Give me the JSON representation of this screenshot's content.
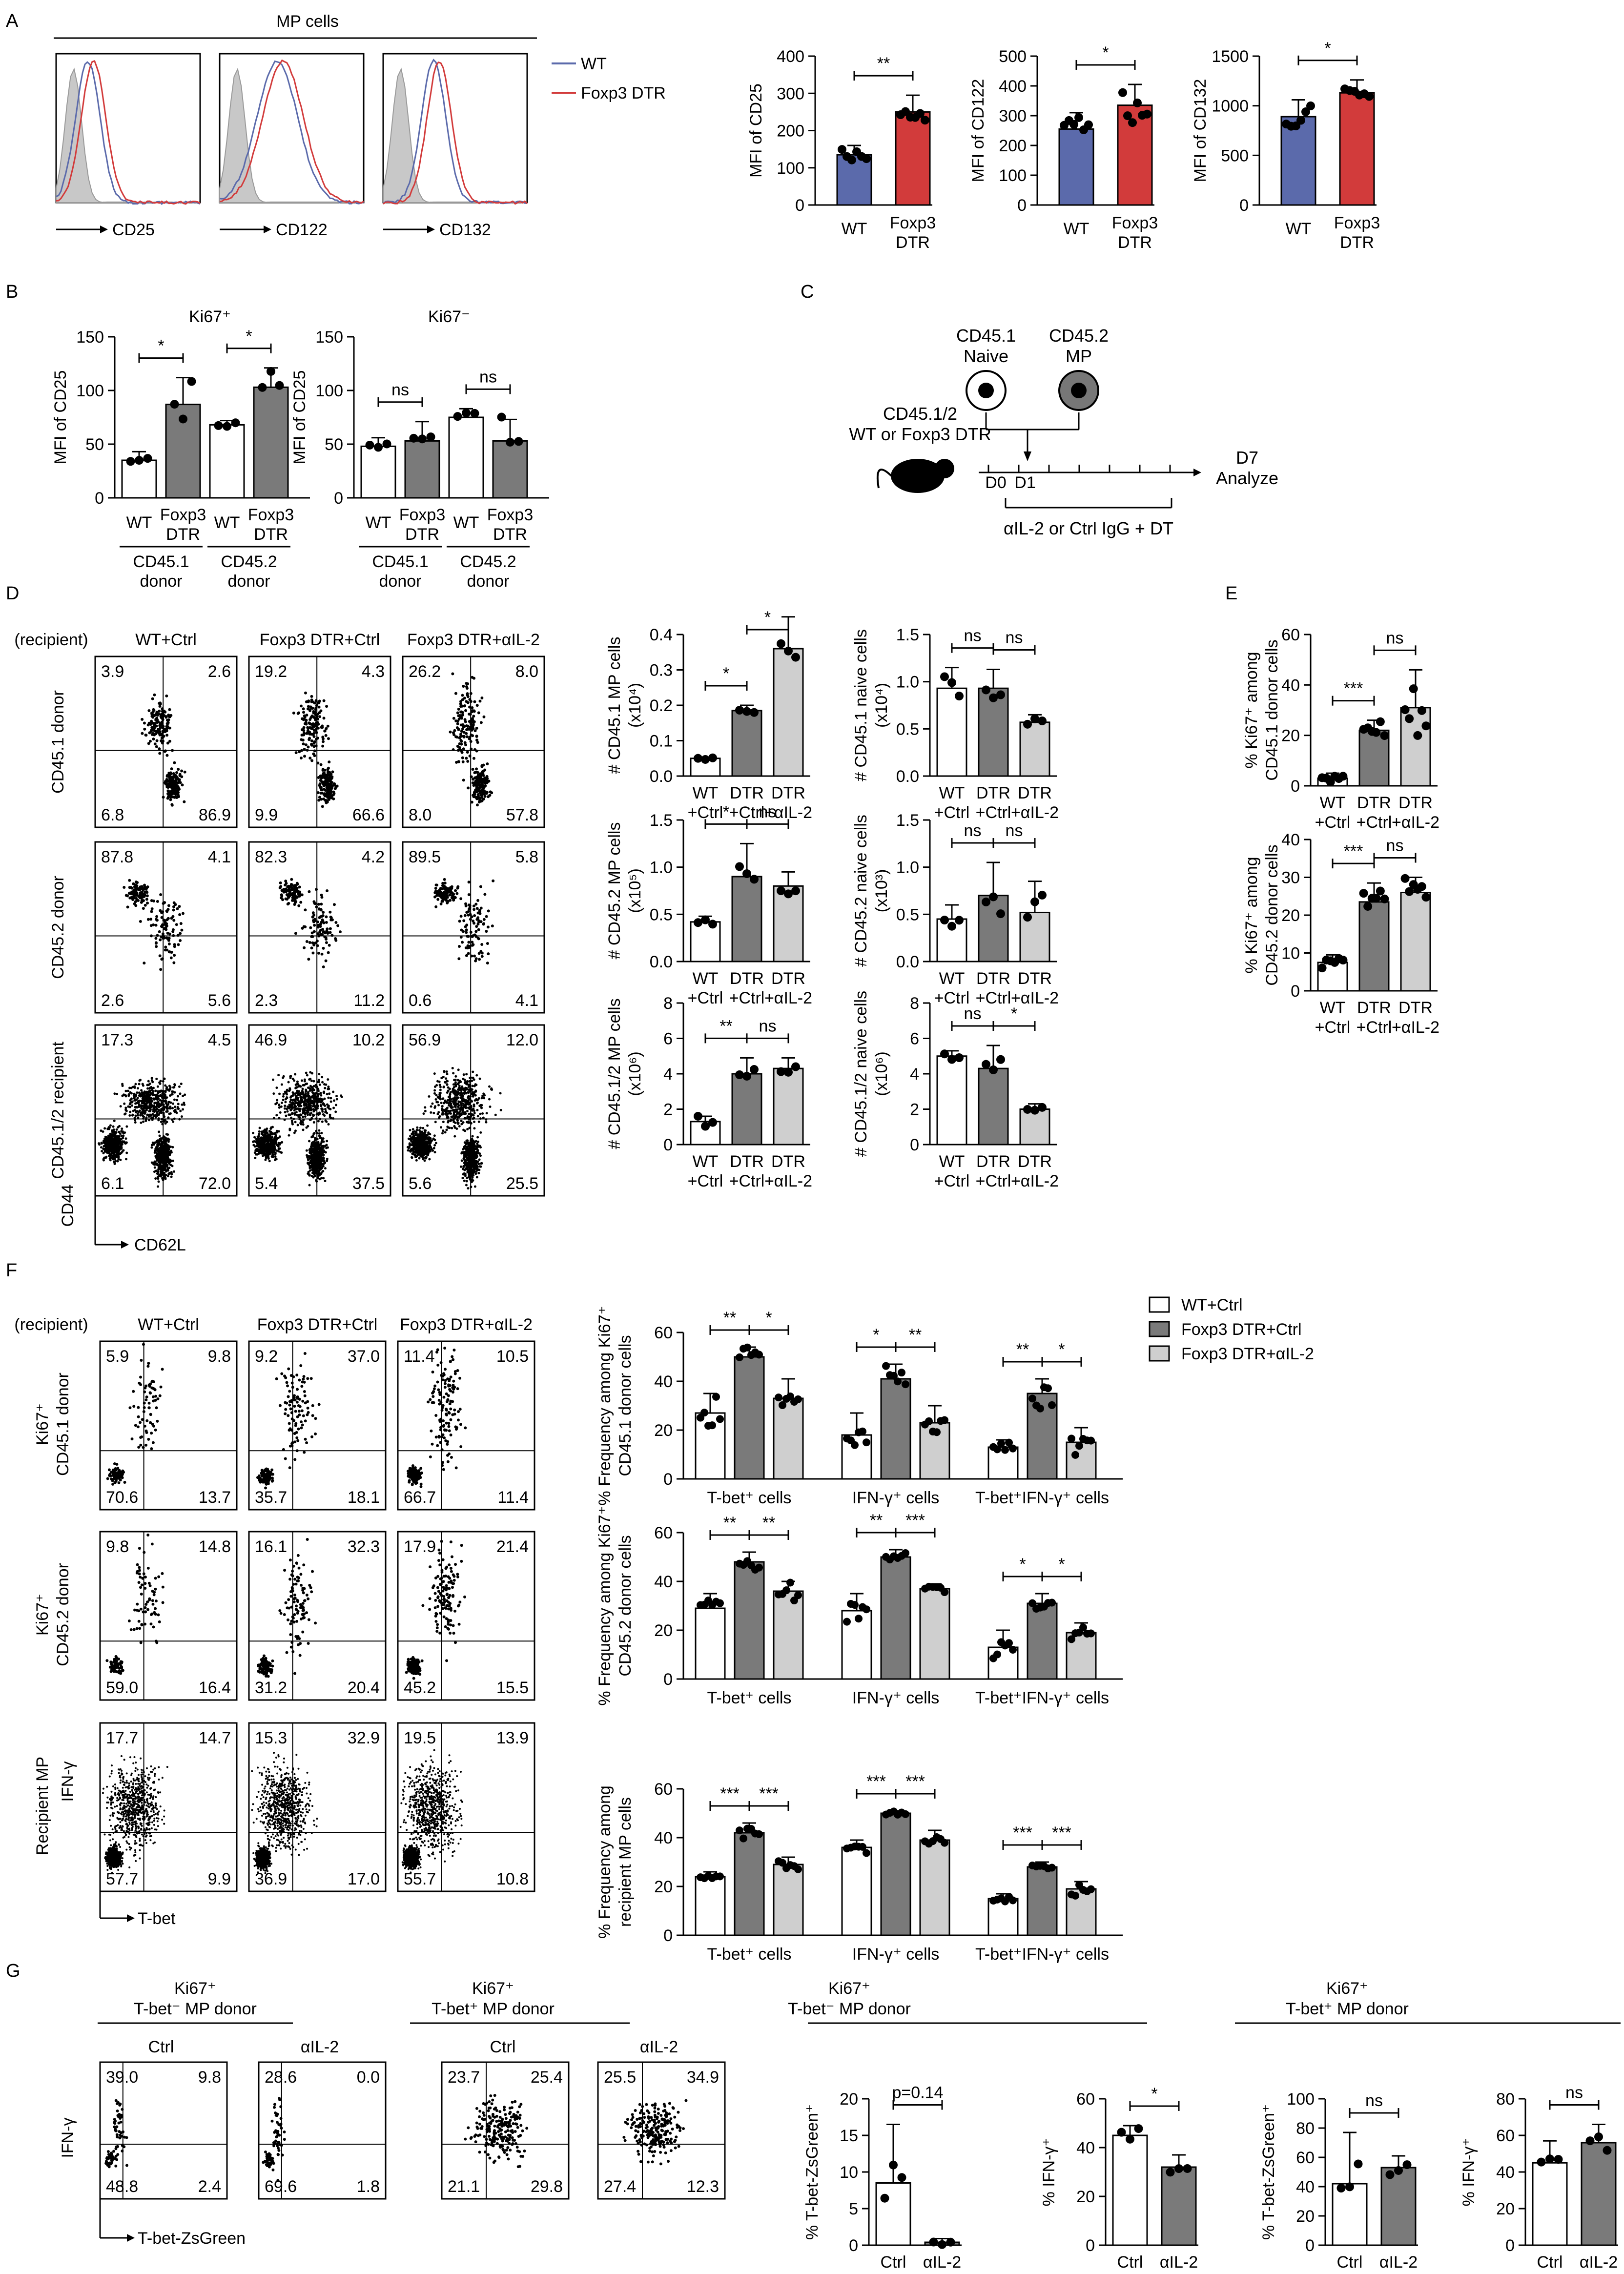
{
  "colors": {
    "wt": "#5b6aab",
    "dtr": "#d23b3b",
    "dark": "#7a7a7a",
    "light": "#cfcfcf",
    "white": "#ffffff"
  },
  "panelA": {
    "letter": "A",
    "mp_title": "MP cells",
    "legend": [
      "WT",
      "Foxp3 DTR"
    ],
    "hist_xlabels": [
      "CD25",
      "CD122",
      "CD132"
    ],
    "bars": [
      {
        "ylabel": "MFI of CD25",
        "ylim": [
          0,
          400
        ],
        "ticks": [
          0,
          100,
          200,
          300,
          400
        ],
        "values": [
          135,
          250
        ],
        "err": [
          25,
          45
        ],
        "sig": "**"
      },
      {
        "ylabel": "MFI of CD122",
        "ylim": [
          0,
          500
        ],
        "ticks": [
          0,
          100,
          200,
          300,
          400,
          500
        ],
        "values": [
          255,
          335
        ],
        "err": [
          55,
          70
        ],
        "sig": "*"
      },
      {
        "ylabel": "MFI of CD132",
        "ylim": [
          0,
          1500
        ],
        "ticks": [
          0,
          500,
          1000,
          1500
        ],
        "values": [
          890,
          1130
        ],
        "err": [
          170,
          130
        ],
        "sig": "*"
      }
    ],
    "categories": [
      "WT",
      "Foxp3",
      "DTR"
    ]
  },
  "panelB": {
    "letter": "B",
    "charts": [
      {
        "title": "Ki67⁺",
        "values": [
          35,
          87,
          68,
          103
        ],
        "err": [
          8,
          25,
          4,
          18
        ],
        "sigs": [
          "*",
          "*"
        ]
      },
      {
        "title": "Ki67⁻",
        "values": [
          48,
          53,
          75,
          53
        ],
        "err": [
          8,
          18,
          8,
          20
        ],
        "sigs": [
          "ns",
          "ns"
        ]
      }
    ],
    "ylabel": "MFI of CD25",
    "ticks": [
      0,
      50,
      100,
      150
    ],
    "xlabels": [
      "WT",
      "Foxp3",
      "DTR",
      "WT",
      "Foxp3",
      "DTR"
    ],
    "groups": [
      "CD45.1",
      "donor",
      "CD45.2",
      "donor"
    ]
  },
  "panelC": {
    "letter": "C",
    "naive_top": "CD45.1",
    "naive_bot": "Naive",
    "mp_top": "CD45.2",
    "mp_bot": "MP",
    "host1": "CD45.1/2",
    "host2": "WT or Foxp3 DTR",
    "d0": "D0",
    "d1": "D1",
    "d7": "D7",
    "analyze": "Analyze",
    "treatment": "αIL-2 or Ctrl IgG + DT"
  },
  "panelD": {
    "letter": "D",
    "recipient": "(recipient)",
    "cols": [
      "WT+Ctrl",
      "Foxp3 DTR+Ctrl",
      "Foxp3 DTR+αIL-2"
    ],
    "rows": [
      "CD45.1 donor",
      "CD45.2 donor",
      "CD45.1/2 recipient"
    ],
    "quadrants": [
      [
        [
          "3.9",
          "2.6",
          "6.8",
          "86.9"
        ],
        [
          "19.2",
          "4.3",
          "9.9",
          "66.6"
        ],
        [
          "26.2",
          "8.0",
          "8.0",
          "57.8"
        ]
      ],
      [
        [
          "87.8",
          "4.1",
          "2.6",
          "5.6"
        ],
        [
          "82.3",
          "4.2",
          "2.3",
          "11.2"
        ],
        [
          "89.5",
          "5.8",
          "0.6",
          "4.1"
        ]
      ],
      [
        [
          "17.3",
          "4.5",
          "6.1",
          "72.0"
        ],
        [
          "46.9",
          "10.2",
          "5.4",
          "37.5"
        ],
        [
          "56.9",
          "12.0",
          "5.6",
          "25.5"
        ]
      ]
    ],
    "axis_y": "CD44",
    "axis_x": "CD62L",
    "bar_xlabels": [
      "WT",
      "+Ctrl",
      "DTR",
      "+Ctrl",
      "DTR",
      "+αIL-2"
    ],
    "mp_bars": [
      {
        "ylabel1": "# CD45.1 MP cells",
        "ylabel2": "(x10⁴)",
        "ticks": [
          "0.0",
          "0.1",
          "0.2",
          "0.3",
          "0.4"
        ],
        "ymax": 0.4,
        "values": [
          0.05,
          0.185,
          0.36
        ],
        "err": [
          0,
          0.015,
          0.09
        ],
        "sigs": [
          "*",
          "*"
        ]
      },
      {
        "ylabel1": "# CD45.2 MP cells",
        "ylabel2": "(x10⁵)",
        "ticks": [
          "0.0",
          "0.5",
          "1.0",
          "1.5"
        ],
        "ymax": 1.5,
        "values": [
          0.42,
          0.9,
          0.8
        ],
        "err": [
          0.06,
          0.35,
          0.15
        ],
        "sigs": [
          "*",
          "ns"
        ]
      },
      {
        "ylabel1": "# CD45.1/2 MP cells",
        "ylabel2": "(x10⁶)",
        "ticks": [
          "0",
          "2",
          "4",
          "6",
          "8"
        ],
        "ymax": 8,
        "values": [
          1.3,
          4.0,
          4.3
        ],
        "err": [
          0.3,
          0.9,
          0.6
        ],
        "sigs": [
          "**",
          "ns"
        ]
      }
    ],
    "naive_bars": [
      {
        "ylabel1": "# CD45.1 naive cells",
        "ylabel2": "(x10⁴)",
        "ticks": [
          "0.0",
          "0.5",
          "1.0",
          "1.5"
        ],
        "ymax": 1.5,
        "values": [
          0.93,
          0.93,
          0.57
        ],
        "err": [
          0.22,
          0.2,
          0.08
        ],
        "sigs": [
          "ns",
          "ns"
        ]
      },
      {
        "ylabel1": "# CD45.2 naive cells",
        "ylabel2": "(x10³)",
        "ticks": [
          "0.0",
          "0.5",
          "1.0",
          "1.5"
        ],
        "ymax": 1.5,
        "values": [
          0.45,
          0.7,
          0.52
        ],
        "err": [
          0.15,
          0.35,
          0.33
        ],
        "sigs": [
          "ns",
          "ns"
        ]
      },
      {
        "ylabel1": "# CD45.1/2 naive cells",
        "ylabel2": "(x10⁶)",
        "ticks": [
          "0",
          "2",
          "4",
          "6",
          "8"
        ],
        "ymax": 8,
        "values": [
          5.0,
          4.3,
          2.0
        ],
        "err": [
          0.3,
          1.3,
          0.3
        ],
        "sigs": [
          "ns",
          "*"
        ]
      }
    ]
  },
  "panelE": {
    "letter": "E",
    "charts": [
      {
        "ylabel1": "% Ki67⁺ among",
        "ylabel2": "CD45.1 donor cells",
        "ticks": [
          "0",
          "20",
          "40",
          "60"
        ],
        "ymax": 60,
        "values": [
          3,
          22,
          31
        ],
        "err": [
          2,
          4,
          15
        ],
        "sigs": [
          "***",
          "ns"
        ]
      },
      {
        "ylabel1": "% Ki67⁺ among",
        "ylabel2": "CD45.2 donor cells",
        "ticks": [
          "0",
          "10",
          "20",
          "30",
          "40"
        ],
        "ymax": 40,
        "values": [
          7.5,
          23.5,
          26
        ],
        "err": [
          2,
          5,
          4
        ],
        "sigs": [
          "***",
          "ns"
        ]
      }
    ],
    "xlabels": [
      "WT",
      "+Ctrl",
      "DTR",
      "+Ctrl",
      "DTR",
      "+αIL-2"
    ]
  },
  "panelF": {
    "letter": "F",
    "recipient": "(recipient)",
    "cols": [
      "WT+Ctrl",
      "Foxp3 DTR+Ctrl",
      "Foxp3 DTR+αIL-2"
    ],
    "rows": [
      [
        "Ki67⁺",
        "CD45.1 donor"
      ],
      [
        "Ki67⁺",
        "CD45.2 donor"
      ],
      [
        "Recipient MP",
        ""
      ]
    ],
    "quadrants": [
      [
        [
          "5.9",
          "9.8",
          "70.6",
          "13.7"
        ],
        [
          "9.2",
          "37.0",
          "35.7",
          "18.1"
        ],
        [
          "11.4",
          "10.5",
          "66.7",
          "11.4"
        ]
      ],
      [
        [
          "9.8",
          "14.8",
          "59.0",
          "16.4"
        ],
        [
          "16.1",
          "32.3",
          "31.2",
          "20.4"
        ],
        [
          "17.9",
          "21.4",
          "45.2",
          "15.5"
        ]
      ],
      [
        [
          "17.7",
          "14.7",
          "57.7",
          "9.9"
        ],
        [
          "15.3",
          "32.9",
          "36.9",
          "17.0"
        ],
        [
          "19.5",
          "13.9",
          "55.7",
          "10.8"
        ]
      ]
    ],
    "axis_y": "IFN-γ",
    "axis_x": "T-bet",
    "legend": [
      "WT+Ctrl",
      "Foxp3 DTR+Ctrl",
      "Foxp3 DTR+αIL-2"
    ],
    "groups": [
      "T-bet⁺ cells",
      "IFN-γ⁺ cells",
      "T-bet⁺IFN-γ⁺ cells"
    ],
    "charts": [
      {
        "ylabel1": "% Frequency among Ki67⁺",
        "ylabel2": "CD45.1 donor cells",
        "values": [
          [
            27,
            50,
            33
          ],
          [
            18,
            41,
            23
          ],
          [
            13,
            35,
            15
          ]
        ],
        "err": [
          [
            8,
            4,
            8
          ],
          [
            9,
            6,
            7
          ],
          [
            3,
            6,
            6
          ]
        ],
        "sigs": [
          [
            "**",
            "*"
          ],
          [
            "*",
            "**"
          ],
          [
            "**",
            "*"
          ]
        ]
      },
      {
        "ylabel1": "% Frequency among Ki67⁺",
        "ylabel2": "CD45.2 donor cells",
        "values": [
          [
            29,
            48,
            36
          ],
          [
            28,
            50,
            37
          ],
          [
            13,
            31,
            19
          ]
        ],
        "err": [
          [
            6,
            4,
            4
          ],
          [
            7,
            3,
            2
          ],
          [
            7,
            4,
            4
          ]
        ],
        "sigs": [
          [
            "**",
            "**"
          ],
          [
            "**",
            "***"
          ],
          [
            "*",
            "*"
          ]
        ]
      },
      {
        "ylabel1": "% Frequency among",
        "ylabel2": "recipient MP cells",
        "values": [
          [
            24,
            42,
            29
          ],
          [
            36,
            50,
            39
          ],
          [
            15,
            28,
            19
          ]
        ],
        "err": [
          [
            2,
            4,
            3
          ],
          [
            3,
            1,
            4
          ],
          [
            2,
            2,
            3
          ]
        ],
        "sigs": [
          [
            "***",
            "***"
          ],
          [
            "***",
            "***"
          ],
          [
            "***",
            "***"
          ]
        ]
      }
    ],
    "ticks": [
      "0",
      "20",
      "40",
      "60"
    ]
  },
  "panelG": {
    "letter": "G",
    "groups": [
      {
        "title1": "Ki67⁺",
        "title2": "T-bet⁻ MP donor"
      },
      {
        "title1": "Ki67⁺",
        "title2": "T-bet⁺ MP donor"
      },
      {
        "title1": "Ki67⁺",
        "title2": "T-bet⁻ MP donor"
      },
      {
        "title1": "Ki67⁺",
        "title2": "T-bet⁺ MP donor"
      }
    ],
    "flow_cols": [
      "Ctrl",
      "αIL-2",
      "Ctrl",
      "αIL-2"
    ],
    "quadrants": [
      [
        "39.0",
        "9.8",
        "48.8",
        "2.4"
      ],
      [
        "28.6",
        "0.0",
        "69.6",
        "1.8"
      ],
      [
        "23.7",
        "25.4",
        "21.1",
        "29.8"
      ],
      [
        "25.5",
        "34.9",
        "27.4",
        "12.3"
      ]
    ],
    "axis_y": "IFN-γ",
    "axis_x": "T-bet-ZsGreen",
    "bars": [
      {
        "ylabel": "% T-bet-ZsGreen⁺",
        "ticks": [
          "0",
          "5",
          "10",
          "15",
          "20"
        ],
        "ymax": 20,
        "values": [
          8.5,
          0.4
        ],
        "err": [
          8,
          0.5
        ],
        "sig": "p=0.14"
      },
      {
        "ylabel": "% IFN-γ⁺",
        "ticks": [
          "0",
          "20",
          "40",
          "60"
        ],
        "ymax": 60,
        "values": [
          45,
          32
        ],
        "err": [
          4,
          5
        ],
        "sig": "*"
      },
      {
        "ylabel": "% T-bet-ZsGreen⁺",
        "ticks": [
          "0",
          "20",
          "40",
          "60",
          "80",
          "100"
        ],
        "ymax": 100,
        "values": [
          42,
          53
        ],
        "err": [
          35,
          8
        ],
        "sig": "ns"
      },
      {
        "ylabel": "% IFN-γ⁺",
        "ticks": [
          "0",
          "20",
          "40",
          "60",
          "80"
        ],
        "ymax": 80,
        "values": [
          45,
          56
        ],
        "err": [
          12,
          10
        ],
        "sig": "ns"
      }
    ],
    "xlabels": [
      "Ctrl",
      "αIL-2"
    ]
  }
}
